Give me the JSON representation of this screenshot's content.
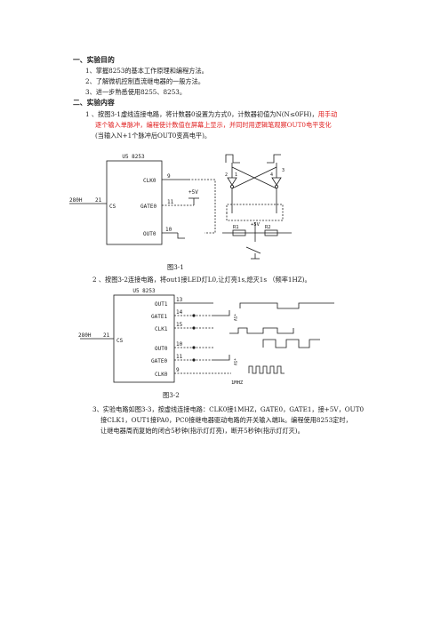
{
  "sections": [
    {
      "heading": "一、实验目的",
      "items": [
        "1、掌握8253的基本工作原理和编程方法。",
        "2、了解微机控制直流继电器的一般方法。",
        "3、进一步熟悉使用8255、8253。"
      ]
    },
    {
      "heading": "二、实验内容"
    }
  ],
  "task1": {
    "line1_black": "1 、按图3-1虚线连接电路，将计数器0设置为方式0，计数器初值为N(N≤0FH)，",
    "line1_red": "用手动",
    "line2_red": "逐个输入单脉冲，编程使计数值在屏幕上显示，并同时用逻辑笔观察OUT0电平变化",
    "line3": "(当输入N+1个脉冲后OUT0变高电平)。"
  },
  "fig1": {
    "chip": "U5 8253",
    "clk": "CLK0",
    "gate": "GATE0",
    "out": "OUT0",
    "cs": "CS",
    "addr": "280H",
    "pin_cs": "21",
    "pin_clk": "9",
    "pin_gate": "11",
    "pin_out": "10",
    "vcc": "+5V",
    "vcc2": "+5V",
    "r1": "R1",
    "r2": "R2",
    "pin1": "1",
    "pin2": "2",
    "pin3": "3",
    "pin4": "4",
    "caption": "图3-1"
  },
  "task2": {
    "text": "2 、按图3-2连接电路，将out1接LED灯L0,让灯亮1s,熄灭1s （频率1HZ)。"
  },
  "fig2": {
    "chip": "U5 8253",
    "out1": "OUT1",
    "gate1": "GATE1",
    "clk1": "CLK1",
    "out0": "OUT0",
    "gate0": "GATE0",
    "clk0": "CLK0",
    "cs": "CS",
    "addr": "280H",
    "pin_cs": "21",
    "pin_out1": "13",
    "pin_gate1": "14",
    "pin_clk1": "15",
    "pin_out0": "10",
    "pin_gate0": "11",
    "pin_clk0": "9",
    "vcc1": "+5V",
    "vcc0": "+5V",
    "clk_in": "1MHZ",
    "caption": "图3-2"
  },
  "task3": {
    "line1": "3、实验电路如图3-3，按虚线连接电路：CLK0接1MHZ，GATE0，GATE1，接+5V，OUT0",
    "line2": "接CLK1，OUT1接PA0，PC0接继电器驱动电路的开关输入端Ik。编程使用8253定时，",
    "line3": "让继电器周而复始的闭合5秒钟(指示灯灯亮)，断开5秒钟(指示灯灯灭)。"
  }
}
